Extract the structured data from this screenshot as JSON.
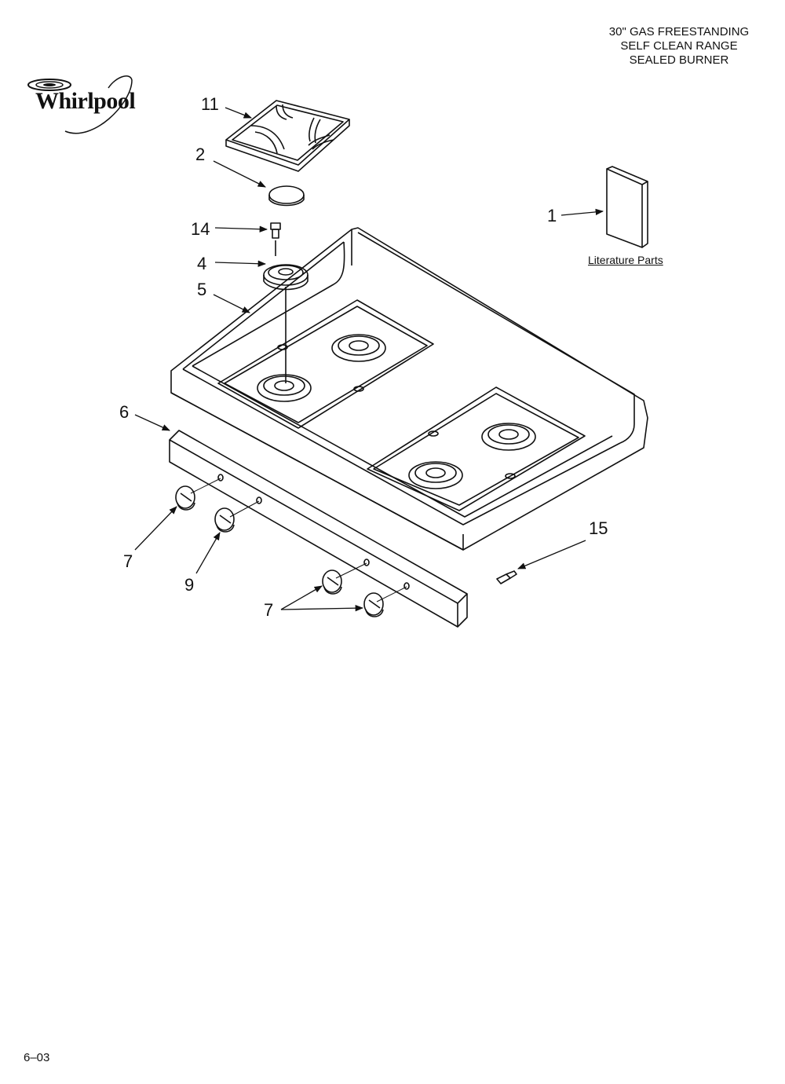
{
  "title": {
    "line1": "30\" GAS FREESTANDING",
    "line2": "SELF CLEAN RANGE",
    "line3": "SEALED BURNER"
  },
  "brand": "Whirlpool",
  "callouts": {
    "grate": "11",
    "cap": "2",
    "screw_top": "14",
    "burner_base": "4",
    "cooktop": "5",
    "literature": "1",
    "control_panel": "6",
    "knob_left_upper": "7",
    "knob_left_lower": "9",
    "knobs_right": "7",
    "screw_side": "15"
  },
  "literature_label": "Literature Parts",
  "footer": "6–03"
}
